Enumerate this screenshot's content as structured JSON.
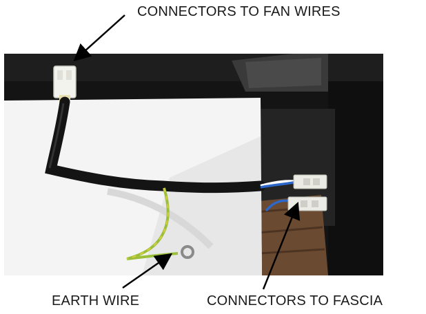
{
  "labels": {
    "fan": "CONNECTORS TO FAN WIRES",
    "earth": "EARTH WIRE",
    "fascia": "CONNECTORS TO FASCIA"
  },
  "colors": {
    "background": "#ffffff",
    "panel_white": "#f5f5f5",
    "dark_housing": "#1b1b1b",
    "wire_black": "#141414",
    "earth_green_yellow": "#9bbf3a",
    "wire_blue": "#2b68c9",
    "wood": "#6b4a32",
    "arrow": "#000000"
  }
}
